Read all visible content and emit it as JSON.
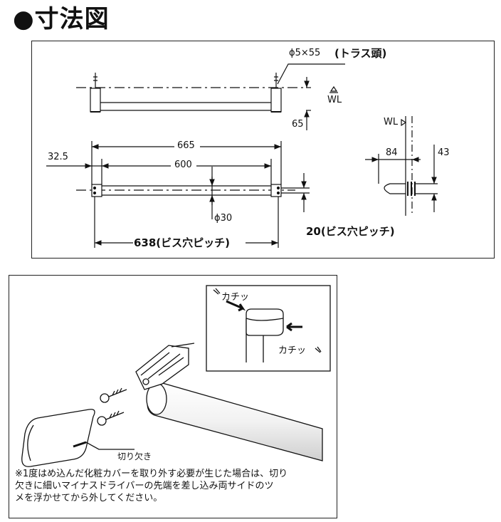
{
  "title": "●寸法図",
  "dims": {
    "screw": "ϕ5×55",
    "screw_type": "(トラス頭)",
    "wl": "WL",
    "wl_side": "WL",
    "d65": "65",
    "d665": "665",
    "d600": "600",
    "d32_5": "32.5",
    "d30": "ϕ30",
    "d638": "638(ビス穴ピッチ)",
    "d20": "20(ビス穴ピッチ)",
    "d84": "84",
    "d43": "43"
  },
  "install": {
    "click1": "カチッ",
    "click2": "カチッ",
    "notch": "切り欠き",
    "note_lines": [
      "※1度はめ込んだ化粧カバーを取り外す必要が生じた場合は、切り",
      "欠きに細いマイナスドライバーの先端を差し込み両サイドのツ",
      "メを浮かせてから外してください。"
    ]
  }
}
